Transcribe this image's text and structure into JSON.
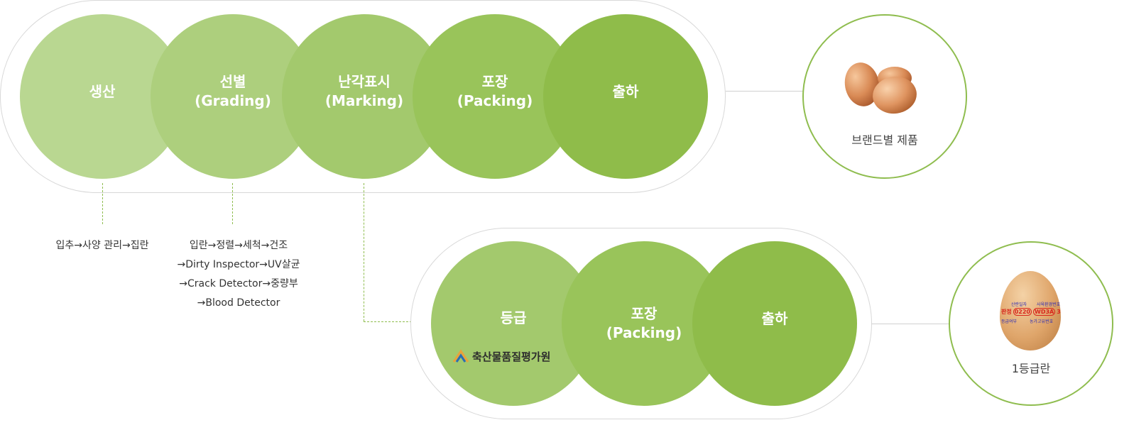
{
  "colors": {
    "c1": "#b9d791",
    "c2": "#adcf7d",
    "c3": "#a3c96d",
    "c4": "#99c45a",
    "c5": "#8fbc4a",
    "ring": "#8fbd4f",
    "connector": "#8fbd4f"
  },
  "top_flow": {
    "steps": [
      {
        "label": "생산"
      },
      {
        "label": "선별\n(Grading)"
      },
      {
        "label": "난각표시\n(Marking)"
      },
      {
        "label": "포장\n(Packing)"
      },
      {
        "label": "출하"
      }
    ],
    "result": {
      "label": "브랜드별 제품",
      "icon": "eggs-icon"
    }
  },
  "notes": {
    "production": "입추→사양 관리→집란",
    "grading": "입란→정렬→세척→건조\n→Dirty Inspector→UV살균\n→Crack Detector→중량부\n→Blood Detector"
  },
  "bottom_flow": {
    "steps": [
      {
        "label": "등급",
        "logo_text": "축산물품질평가원"
      },
      {
        "label": "포장\n(Packing)"
      },
      {
        "label": "출하"
      }
    ],
    "result": {
      "label": "1등급란",
      "icon": "graded-egg-icon"
    }
  },
  "egg_marking": {
    "top_left": "산란일자",
    "top_right": "사육환경번호",
    "left_tag": "판정",
    "code_1": "0220",
    "code_2": "WD3A",
    "code_3": "3",
    "bottom_left": "등급여부",
    "bottom_right": "농가고유번호"
  }
}
